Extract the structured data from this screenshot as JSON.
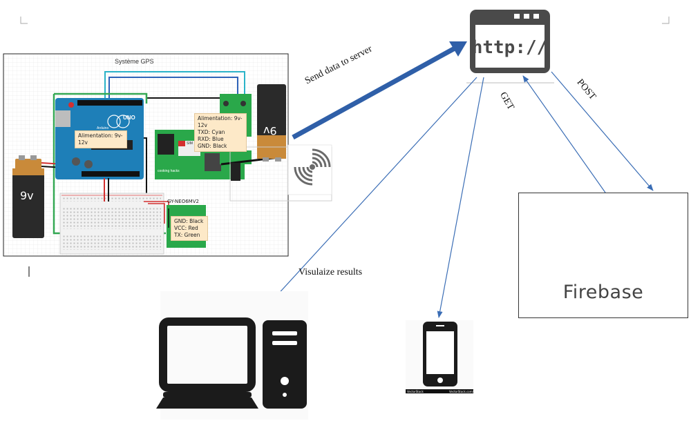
{
  "circuit": {
    "title": "Système GPS",
    "battery_left": "9v",
    "battery_right": "9v",
    "arduino_note": "Alimentation: 9v-12v",
    "gsm_note": [
      "Alimentation: 9v-12v",
      "TXD: Cyan",
      "RXD: Blue",
      "GND: Black"
    ],
    "gps_module_title": "GY-NEO6MV2",
    "gps_note": [
      "GND: Black",
      "VCC: Red",
      "TX: Green"
    ],
    "arduino_label": "UNO",
    "arduino_brand": "Arduino",
    "gsm_brand": "cooking hacks",
    "sim_label": "SIM"
  },
  "server": {
    "label": "http://"
  },
  "firebase": {
    "label": "Firebase"
  },
  "edges": {
    "send": "Send data to server",
    "get": "GET",
    "post": "POST",
    "visualize": "Visulaize results"
  },
  "phone": {
    "watermark_left": "VectorStock",
    "watermark_right": "VectorStock.com/..."
  },
  "colors": {
    "thick_arrow": "#2f5fa8",
    "thin_arrow": "#3a6db5",
    "firebase_orange": "#f5a623",
    "firebase_yellow": "#fcca3f",
    "arduino_blue": "#1e7fb8",
    "gsm_green": "#2aa84a"
  }
}
